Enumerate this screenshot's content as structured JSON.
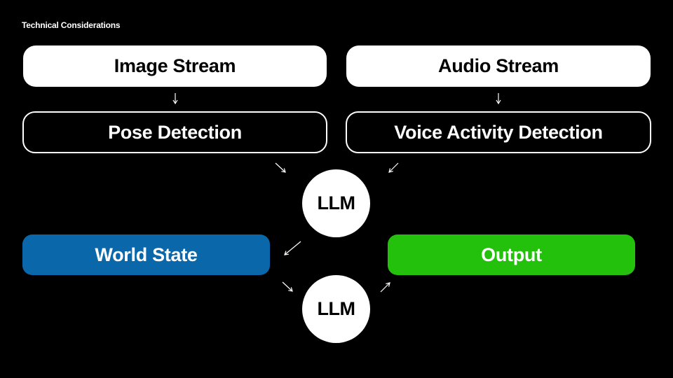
{
  "title": "Technical Considerations",
  "nodes": {
    "image_stream": "Image Stream",
    "audio_stream": "Audio Stream",
    "pose_detection": "Pose Detection",
    "voice_activity_detection": "Voice Activity Detection",
    "llm_top": "LLM",
    "world_state": "World State",
    "output": "Output",
    "llm_bottom": "LLM"
  },
  "colors": {
    "background": "#000000",
    "world_state": "#0a67a9",
    "output": "#23c10b",
    "white": "#ffffff"
  }
}
